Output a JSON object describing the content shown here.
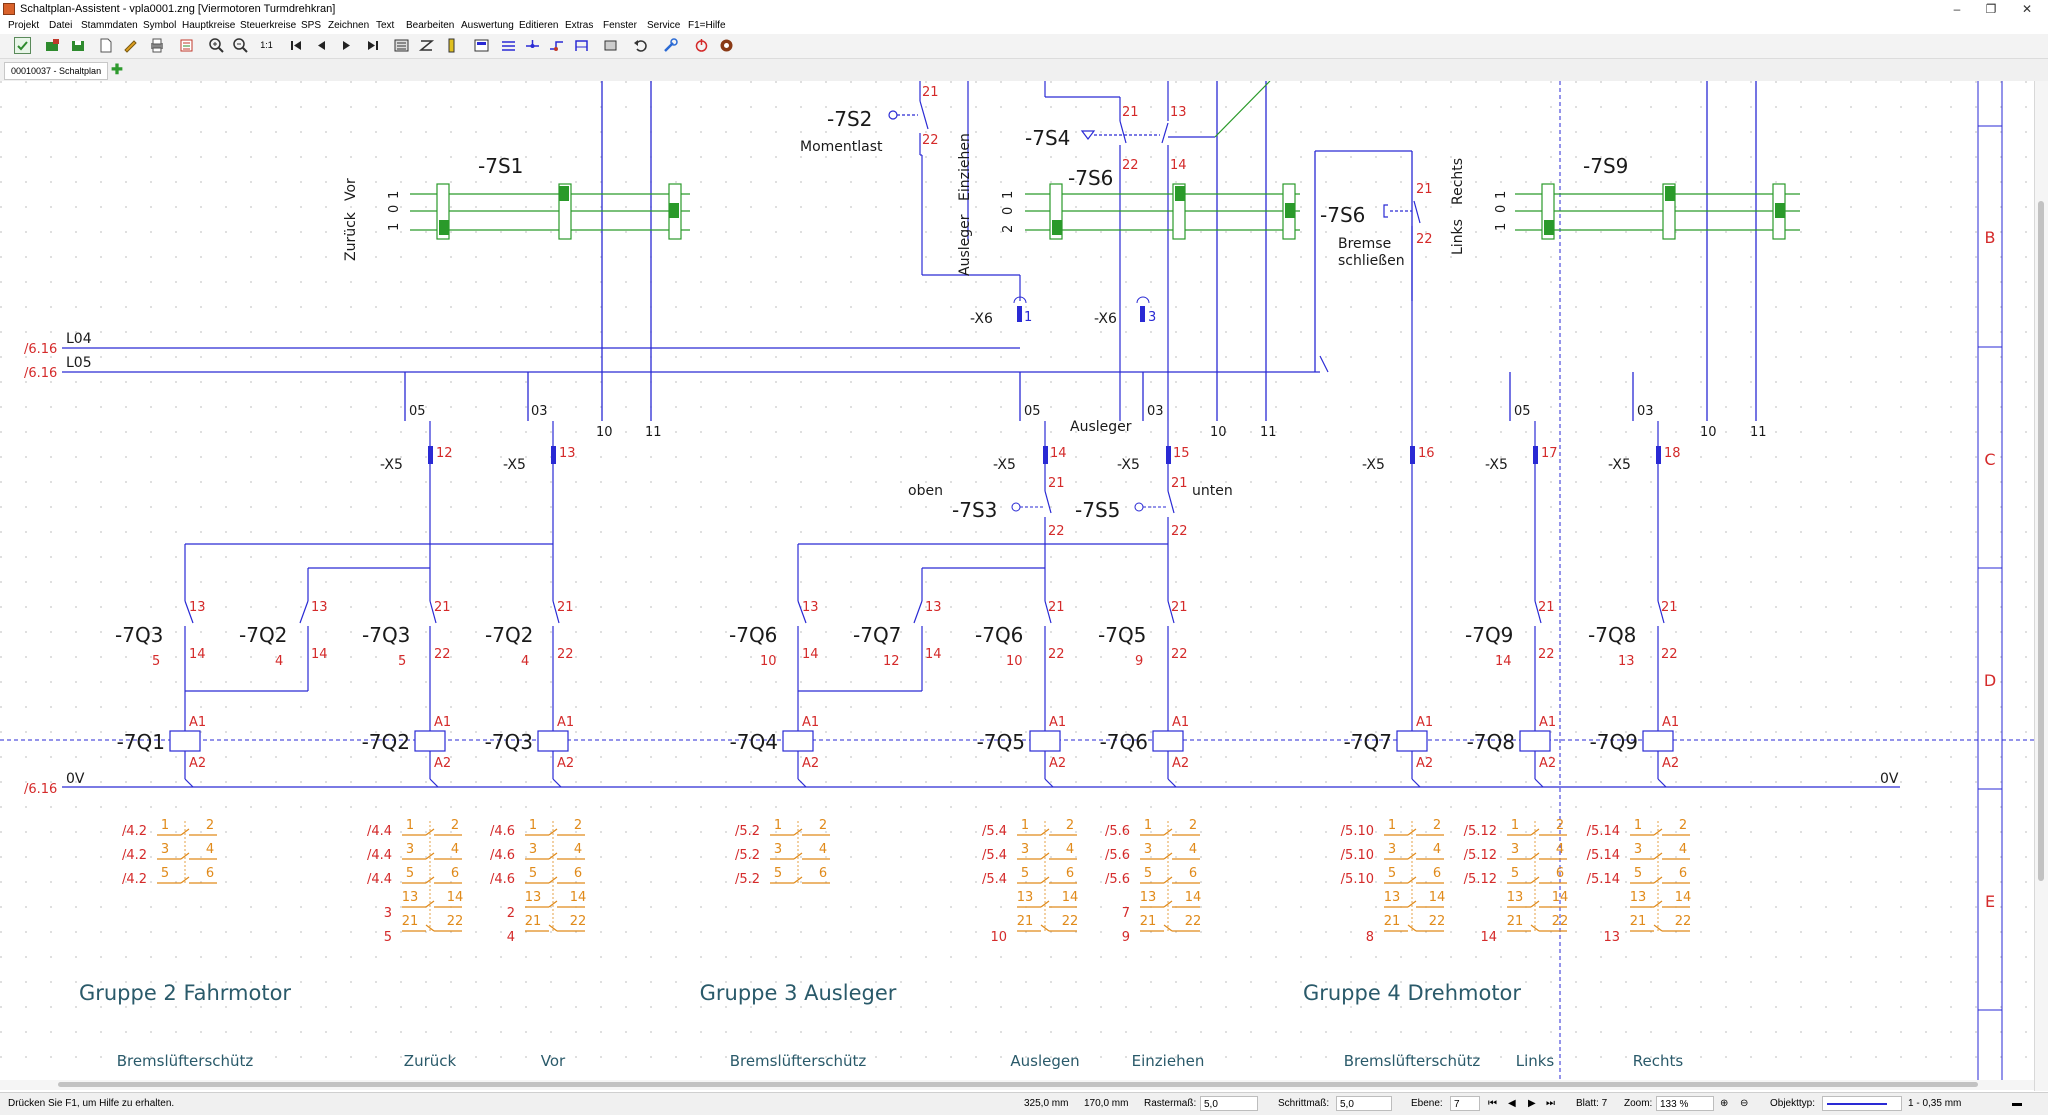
{
  "window": {
    "title": "Schaltplan-Assistent - vpla0001.zng [Viermotoren Turmdrehkran]",
    "controls": [
      "–",
      "❐",
      "✕"
    ]
  },
  "menu": [
    "Projekt",
    "Datei",
    "Stammdaten",
    "Symbol",
    "Hauptkreise",
    "Steuerkreise",
    "SPS",
    "Zeichnen",
    "Text",
    "Bearbeiten",
    "Auswertung",
    "Editieren",
    "Extras",
    "Fenster",
    "Service",
    "F1=Hilfe"
  ],
  "toolbar_icons": [
    "check-icon",
    "open-project-icon",
    "save-project-icon",
    "new-file-icon",
    "edit-icon",
    "print-icon",
    "list-icon",
    "zoom-in-icon",
    "zoom-out-icon",
    "zoom-1to1-icon",
    "first-page-icon",
    "prev-page-icon",
    "next-page-icon",
    "last-page-icon",
    "symbol-library-icon",
    "wire-icon",
    "fuse-icon",
    "terminal-icon",
    "line-icon",
    "junction-icon",
    "connection-icon",
    "bridge-icon",
    "object-icon",
    "undo-icon",
    "settings-icon",
    "power-icon",
    "info-icon"
  ],
  "tab": {
    "label": "00010037 - Schaltplan"
  },
  "schematic": {
    "colors": {
      "blue": "#2a2ad4",
      "red": "#d42a2a",
      "green": "#2a9a2a",
      "orange": "#e08a1a",
      "black": "#1a1a1a",
      "teal": "#2a5a6a"
    },
    "row_labels": [
      "B",
      "C",
      "D",
      "E"
    ],
    "xref_left": [
      "/6.16",
      "/6.16",
      "/6.16"
    ],
    "bus_lines": [
      "L04",
      "L05",
      "0V",
      "0V"
    ],
    "bus_taps": [
      "05",
      "03",
      "10",
      "11",
      "05",
      "03",
      "10",
      "11",
      "05",
      "03",
      "10",
      "11"
    ],
    "switches": {
      "s1": {
        "name": "-7S1",
        "left": "Zurück",
        "right": "Vor",
        "pos": [
          "1",
          "0",
          "1"
        ]
      },
      "s2": {
        "name": "-7S2",
        "label": "Momentlast",
        "c_top": "21",
        "c_bot": "22"
      },
      "s4": {
        "name": "-7S4",
        "c_a": "21",
        "c_b": "22",
        "c_c": "13",
        "c_d": "14"
      },
      "s6": {
        "name": "-7S6",
        "left": "Ausleger",
        "right": "Einziehen",
        "pos": [
          "2",
          "0",
          "1"
        ]
      },
      "s6b": {
        "name": "-7S6",
        "label1": "Bremse",
        "label2": "schließen",
        "c_top": "21",
        "c_bot": "22"
      },
      "s9": {
        "name": "-7S9",
        "left": "Links",
        "right": "Rechts",
        "pos": [
          "1",
          "0",
          "1"
        ]
      },
      "s3": {
        "name": "-7S3",
        "label": "oben",
        "c_top": "21",
        "c_bot": "22"
      },
      "s5": {
        "name": "-7S5",
        "label": "unten",
        "c_top": "21",
        "c_bot": "22"
      }
    },
    "x6": [
      {
        "name": "-X6",
        "pin": "1"
      },
      {
        "name": "-X6",
        "pin": "3"
      }
    ],
    "ausleger_label": "Ausleger",
    "x5": [
      {
        "name": "-X5",
        "pin": "12"
      },
      {
        "name": "-X5",
        "pin": "13"
      },
      {
        "name": "-X5",
        "pin": "14"
      },
      {
        "name": "-X5",
        "pin": "15"
      },
      {
        "name": "-X5",
        "pin": "16"
      },
      {
        "name": "-X5",
        "pin": "17"
      },
      {
        "name": "-X5",
        "pin": "18"
      }
    ],
    "contacts": [
      {
        "name": "-7Q3",
        "ref": "5",
        "c1": "13",
        "c2": "14"
      },
      {
        "name": "-7Q2",
        "ref": "4",
        "c1": "13",
        "c2": "14"
      },
      {
        "name": "-7Q3",
        "ref": "5",
        "c1": "21",
        "c2": "22"
      },
      {
        "name": "-7Q2",
        "ref": "4",
        "c1": "21",
        "c2": "22"
      },
      {
        "name": "-7Q6",
        "ref": "10",
        "c1": "13",
        "c2": "14"
      },
      {
        "name": "-7Q7",
        "ref": "12",
        "c1": "13",
        "c2": "14"
      },
      {
        "name": "-7Q6",
        "ref": "10",
        "c1": "21",
        "c2": "22"
      },
      {
        "name": "-7Q5",
        "ref": "9",
        "c1": "21",
        "c2": "22"
      },
      {
        "name": "-7Q9",
        "ref": "14",
        "c1": "21",
        "c2": "22"
      },
      {
        "name": "-7Q8",
        "ref": "13",
        "c1": "21",
        "c2": "22"
      }
    ],
    "coils": [
      "-7Q1",
      "-7Q2",
      "-7Q3",
      "-7Q4",
      "-7Q5",
      "-7Q6",
      "-7Q7",
      "-7Q8",
      "-7Q9"
    ],
    "coil_pins": {
      "top": "A1",
      "bottom": "A2"
    },
    "xrefs": [
      {
        "refs": [
          "/4.2",
          "/4.2",
          "/4.2"
        ],
        "extras": []
      },
      {
        "refs": [
          "/4.4",
          "/4.4",
          "/4.4"
        ],
        "extras": [
          "3",
          "5"
        ]
      },
      {
        "refs": [
          "/4.6",
          "/4.6",
          "/4.6"
        ],
        "extras": [
          "2",
          "4"
        ]
      },
      {
        "refs": [
          "/5.2",
          "/5.2",
          "/5.2"
        ],
        "extras": []
      },
      {
        "refs": [
          "/5.4",
          "/5.4",
          "/5.4"
        ],
        "extras": [
          "10"
        ]
      },
      {
        "refs": [
          "/5.6",
          "/5.6",
          "/5.6"
        ],
        "extras": [
          "7",
          "9"
        ]
      },
      {
        "refs": [
          "/5.10",
          "/5.10",
          "/5.10"
        ],
        "extras": [
          "8"
        ]
      },
      {
        "refs": [
          "/5.12",
          "/5.12",
          "/5.12"
        ],
        "extras": [
          "14"
        ]
      },
      {
        "refs": [
          "/5.14",
          "/5.14",
          "/5.14"
        ],
        "extras": [
          "13"
        ]
      }
    ],
    "xref_pins": [
      "1",
      "2",
      "3",
      "4",
      "5",
      "6",
      "13",
      "14",
      "21",
      "22"
    ],
    "groups": [
      "Gruppe 2 Fahrmotor",
      "Gruppe 3 Ausleger",
      "Gruppe 4 Drehmotor"
    ],
    "bottom_labels": [
      "Bremslüfterschütz",
      "Zurück",
      "Vor",
      "Bremslüfterschütz",
      "Auslegen",
      "Einziehen",
      "Bremslüfterschütz",
      "Links",
      "Rechts"
    ]
  },
  "status": {
    "hint": "Drücken Sie F1, um Hilfe zu erhalten.",
    "x": "325,0 mm",
    "y": "170,0 mm",
    "raster_label": "Rastermaß:",
    "raster_value": "5,0",
    "schritt_label": "Schrittmaß:",
    "schritt_value": "5,0",
    "ebene_label": "Ebene:",
    "ebene_value": "7",
    "blatt": "Blatt: 7",
    "zoom_label": "Zoom:",
    "zoom_value": "133 %",
    "objekttyp_label": "Objekttyp:",
    "line_style": "1 - 0,35 mm"
  }
}
